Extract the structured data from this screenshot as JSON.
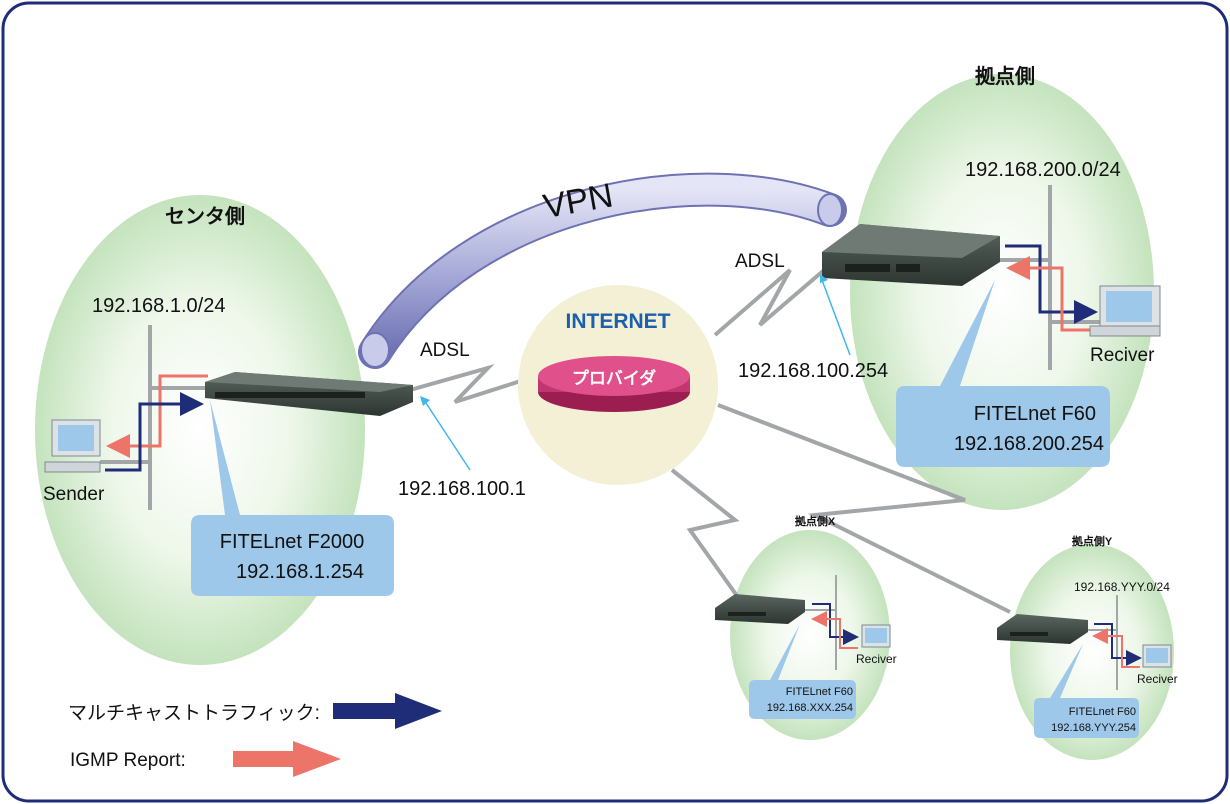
{
  "center": {
    "title": "センタ側",
    "subnet": "192.168.1.0/24",
    "device": "FITELnet F2000",
    "ip": "192.168.1.254",
    "host": "Sender",
    "wan_ip": "192.168.100.1",
    "link": "ADSL"
  },
  "branch": {
    "title": "拠点側",
    "subnet": "192.168.200.0/24",
    "device": "FITELnet F60",
    "ip": "192.168.200.254",
    "host": "Reciver",
    "wan_ip": "192.168.100.254",
    "link": "ADSL"
  },
  "branch_x": {
    "title": "拠点側X",
    "device": "FITELnet F60",
    "ip": "192.168.XXX.254",
    "host": "Reciver"
  },
  "branch_y": {
    "title": "拠点側Y",
    "subnet": "192.168.YYY.0/24",
    "device": "FITELnet F60",
    "ip": "192.168.YYY.254",
    "host": "Reciver"
  },
  "internet": {
    "label": "INTERNET",
    "provider": "プロバイダ"
  },
  "vpn": {
    "label": "VPN"
  },
  "legend": {
    "multicast": "マルチキャストトラフィック:",
    "igmp": "IGMP Report:"
  },
  "colors": {
    "multicast": "#1f2d78",
    "igmp": "#ec7468",
    "bubble": "#9ec8ea",
    "zone": "#cfe8c8",
    "internet": "#f3f0d6",
    "provider": "#e0508a",
    "vpn": "#a9acd9",
    "border": "#1f2d78"
  }
}
